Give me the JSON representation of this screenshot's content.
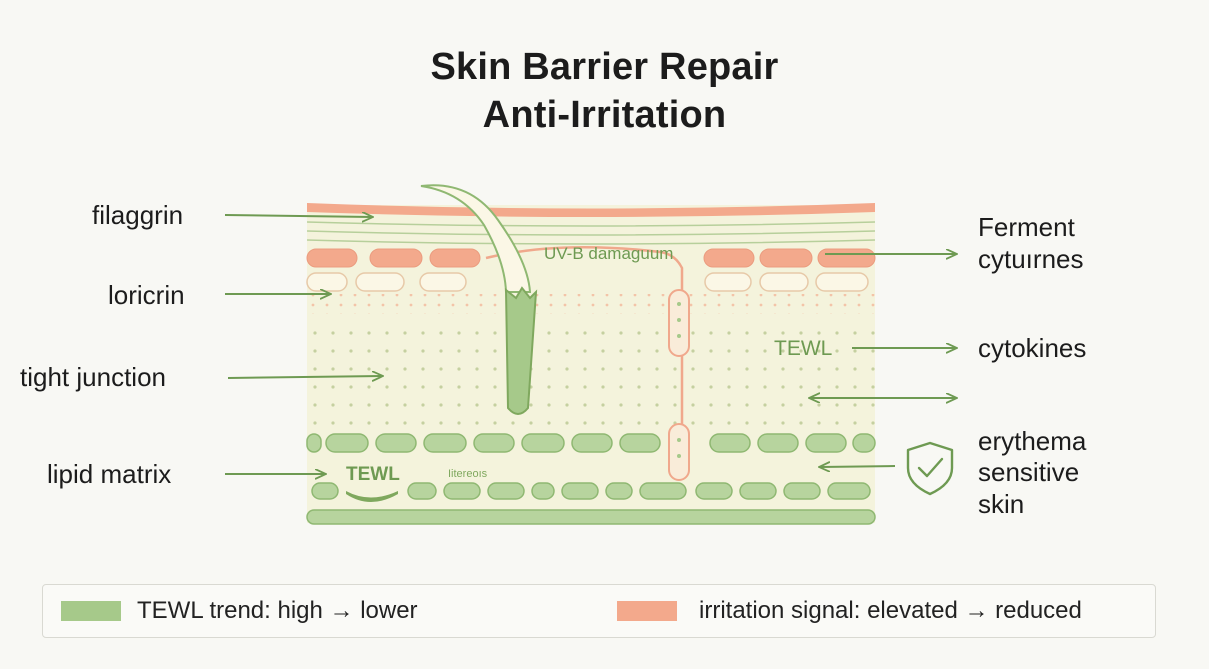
{
  "title": {
    "line1": "Skin Barrier Repair",
    "line2": "Anti-Irritation"
  },
  "left_labels": {
    "filaggrin": "filaggrin",
    "loricrin": "loricrin",
    "tight_junction": "tight junction",
    "lipid_matrix": "lipid matrix"
  },
  "right_labels": {
    "ferment": "Ferment",
    "cytuirnes": "cytuırnes",
    "cytokines": "cytokines",
    "erythema": "erythema",
    "sensitive": "sensitive",
    "skin": "skin"
  },
  "inner_labels": {
    "uvb": "UV-B damaguum",
    "tewl_right": "TEWL",
    "tewl_bottom": "TEWL",
    "small_text": "Iitereoıs"
  },
  "legend": {
    "tewl": "TEWL trend: high → lower",
    "irritation": "irritation signal: elevated → reduced"
  },
  "colors": {
    "green": "#a6c98a",
    "green_dark": "#6e9a52",
    "salmon": "#f3a98c",
    "cream": "#f4f3dc",
    "dots": "#c9d3a6"
  },
  "icons": {
    "shield": "shield-check-icon"
  }
}
